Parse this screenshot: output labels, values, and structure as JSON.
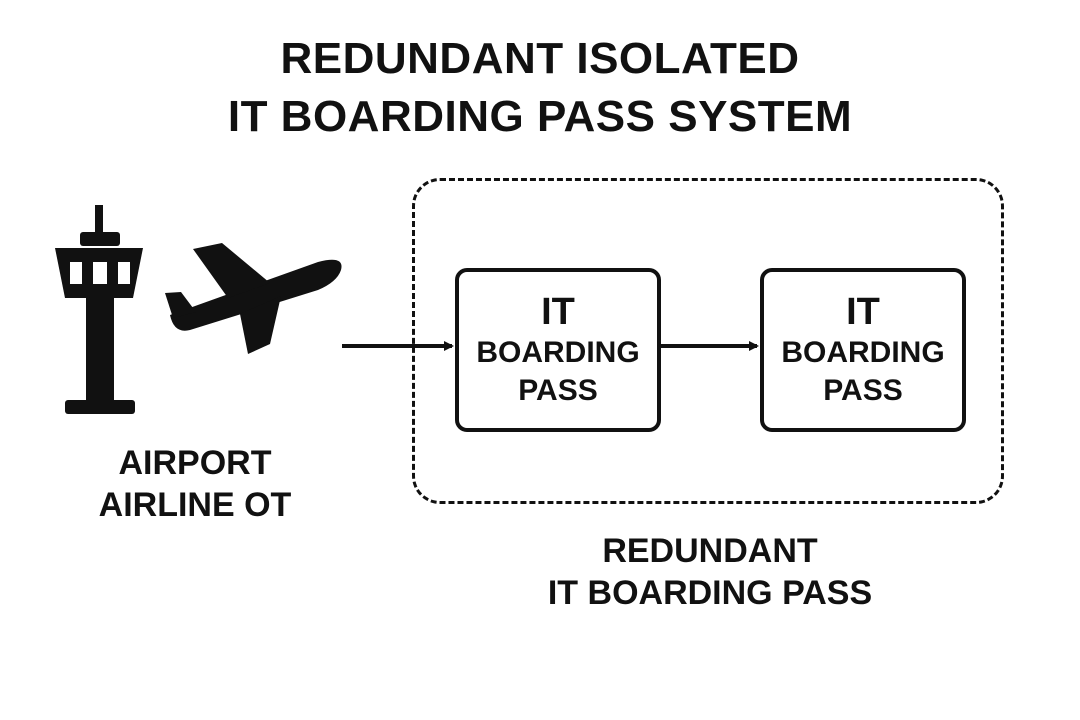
{
  "title": {
    "line1": "REDUNDANT ISOLATED",
    "line2": "IT BOARDING PASS SYSTEM"
  },
  "source": {
    "icons": [
      "control-tower-icon",
      "airplane-icon"
    ],
    "label_line1": "AIRPORT",
    "label_line2": "AIRLINE OT"
  },
  "boxes": [
    {
      "line1": "IT",
      "line2": "BOARDING",
      "line3": "PASS"
    },
    {
      "line1": "IT",
      "line2": "BOARDING",
      "line3": "PASS"
    }
  ],
  "group": {
    "label_line1": "REDUNDANT",
    "label_line2": "IT BOARDING PASS"
  },
  "colors": {
    "ink": "#111111",
    "background": "#ffffff"
  }
}
